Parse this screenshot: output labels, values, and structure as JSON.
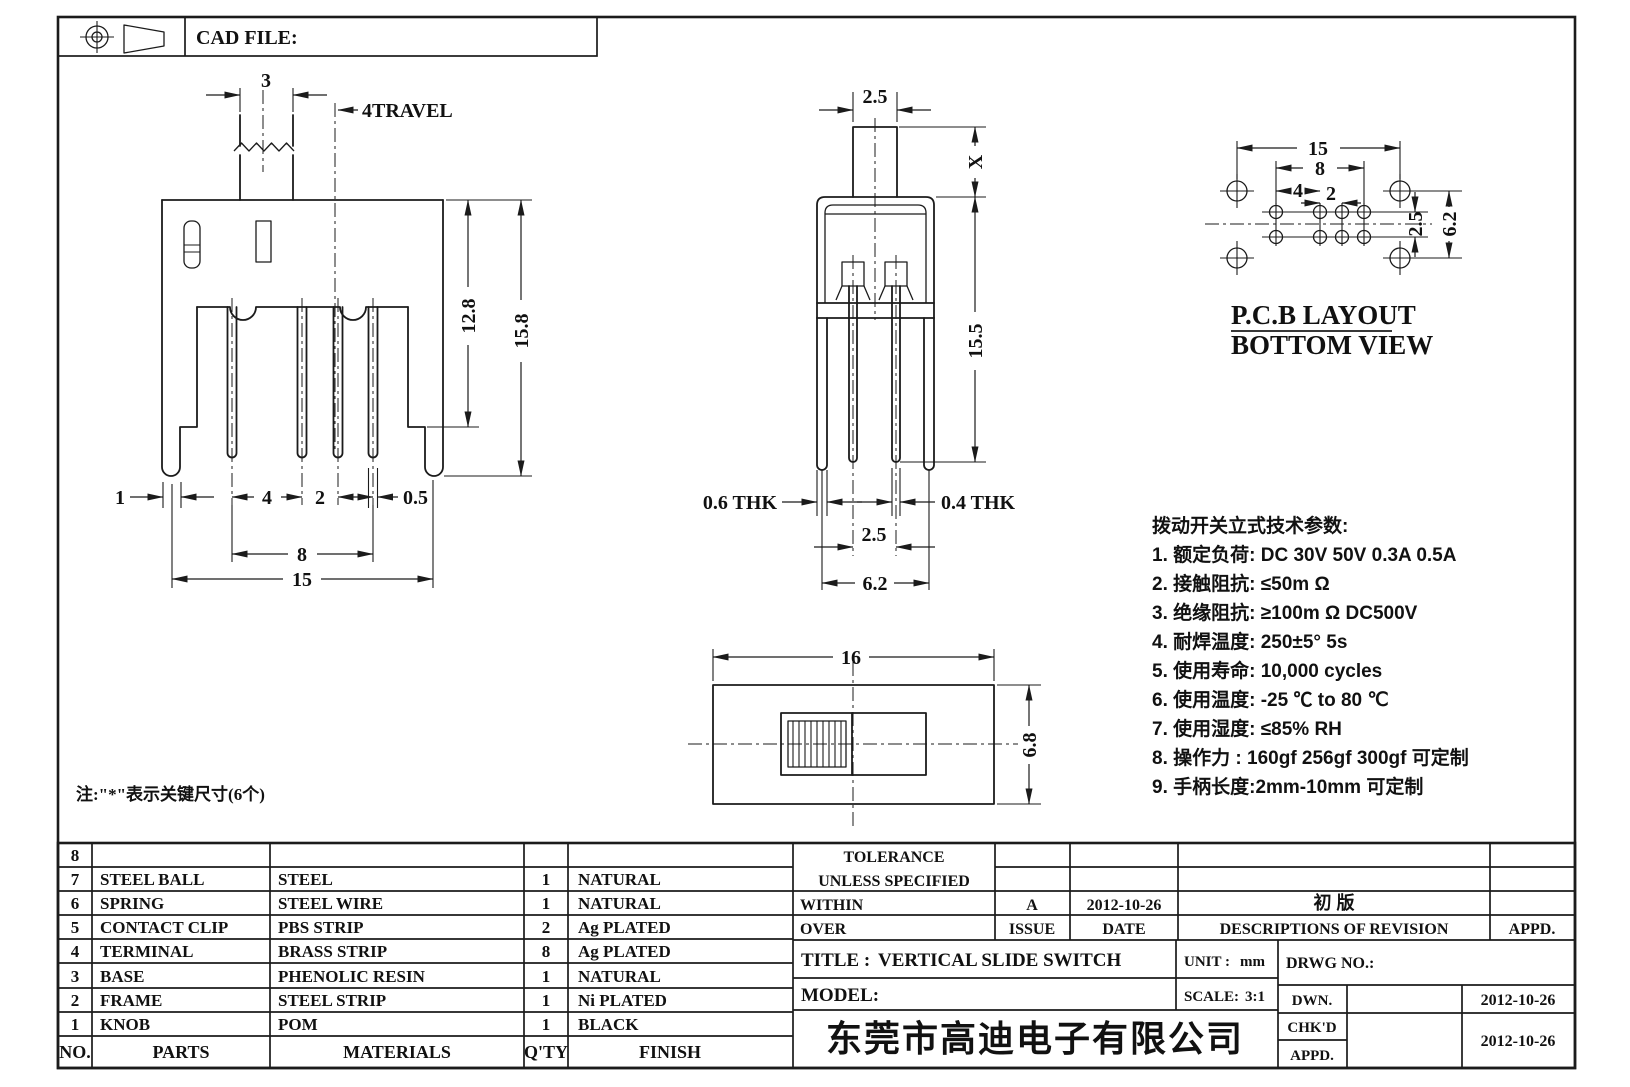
{
  "projection_box": {
    "cad_file_label": "CAD FILE:"
  },
  "front_view": {
    "d3": "3",
    "d_travel": "4TRAVEL",
    "d128": "12.8",
    "d158": "15.8",
    "d1": "1",
    "d4": "4",
    "d2": "2",
    "d05": "0.5",
    "d8": "8",
    "d15": "15"
  },
  "side_view": {
    "d25top": "2.5",
    "dx": "X",
    "d155": "15.5",
    "d06": "0.6 THK",
    "d04": "0.4 THK",
    "d25": "2.5",
    "d62": "6.2"
  },
  "pcb_view": {
    "title": "P.C.B LAYOUT",
    "subtitle": "BOTTOM VIEW",
    "d15": "15",
    "d8": "8",
    "d4": "4",
    "d2": "2",
    "d25": "2.5",
    "d62": "6.2"
  },
  "top_view": {
    "d16": "16",
    "d68": "6.8"
  },
  "tech_specs": {
    "title": "拨动开关立式技术参数:",
    "items": [
      "1. 额定负荷: DC 30V   50V   0.3A   0.5A",
      "2. 接触阻抗: ≤50m Ω",
      "3. 绝缘阻抗: ≥100m Ω  DC500V",
      "4. 耐焊温度: 250±5°  5s",
      "5. 使用寿命: 10,000 cycles",
      "6. 使用温度: -25 ℃  to 80 ℃",
      "7. 使用湿度: ≤85% RH",
      "8. 操作力 : 160gf   256gf   300gf  可定制",
      "9. 手柄长度:2mm-10mm  可定制"
    ]
  },
  "note": "注:\"*\"表示关键尺寸(6个)",
  "parts_table": {
    "headers": {
      "no": "NO.",
      "parts": "PARTS",
      "materials": "MATERIALS",
      "qty": "Q'TY",
      "finish": "FINISH"
    },
    "rows": [
      {
        "no": "8",
        "part": "",
        "material": "",
        "qty": "",
        "finish": ""
      },
      {
        "no": "7",
        "part": "STEEL BALL",
        "material": "STEEL",
        "qty": "1",
        "finish": "NATURAL"
      },
      {
        "no": "6",
        "part": "SPRING",
        "material": "STEEL WIRE",
        "qty": "1",
        "finish": "NATURAL"
      },
      {
        "no": "5",
        "part": "CONTACT CLIP",
        "material": "PBS STRIP",
        "qty": "2",
        "finish": "Ag PLATED"
      },
      {
        "no": "4",
        "part": "TERMINAL",
        "material": "BRASS STRIP",
        "qty": "8",
        "finish": "Ag PLATED"
      },
      {
        "no": "3",
        "part": "BASE",
        "material": "PHENOLIC RESIN",
        "qty": "1",
        "finish": "NATURAL"
      },
      {
        "no": "2",
        "part": "FRAME",
        "material": "STEEL STRIP",
        "qty": "1",
        "finish": "Ni PLATED"
      },
      {
        "no": "1",
        "part": "KNOB",
        "material": "POM",
        "qty": "1",
        "finish": "BLACK"
      }
    ]
  },
  "title_block": {
    "tolerance_line1": "TOLERANCE",
    "tolerance_line2": "UNLESS  SPECIFIED",
    "within_label": "WITHIN",
    "over_label": "OVER",
    "issue_value": "A",
    "issue_date": "2012-10-26",
    "issue_label": "ISSUE",
    "date_label": "DATE",
    "revision_desc": "初  版",
    "revision_header": "DESCRIPTIONS OF REVISION",
    "appd_header": "APPD.",
    "title_label": "TITLE :",
    "title_value": "VERTICAL SLIDE SWITCH",
    "unit_label": "UNIT :",
    "unit_value": "mm",
    "drwg_label": "DRWG NO.:",
    "model_label": "MODEL:",
    "scale_label": "SCALE:",
    "scale_value": "3:1",
    "dwn_label": "DWN.",
    "dwn_date": "2012-10-26",
    "chkd_label": "CHK'D",
    "appd_label": "APPD.",
    "chkd_date": "2012-10-26",
    "company": "东莞市高迪电子有限公司"
  },
  "colors": {
    "line": "#1b1b1b",
    "bg": "#ffffff"
  }
}
